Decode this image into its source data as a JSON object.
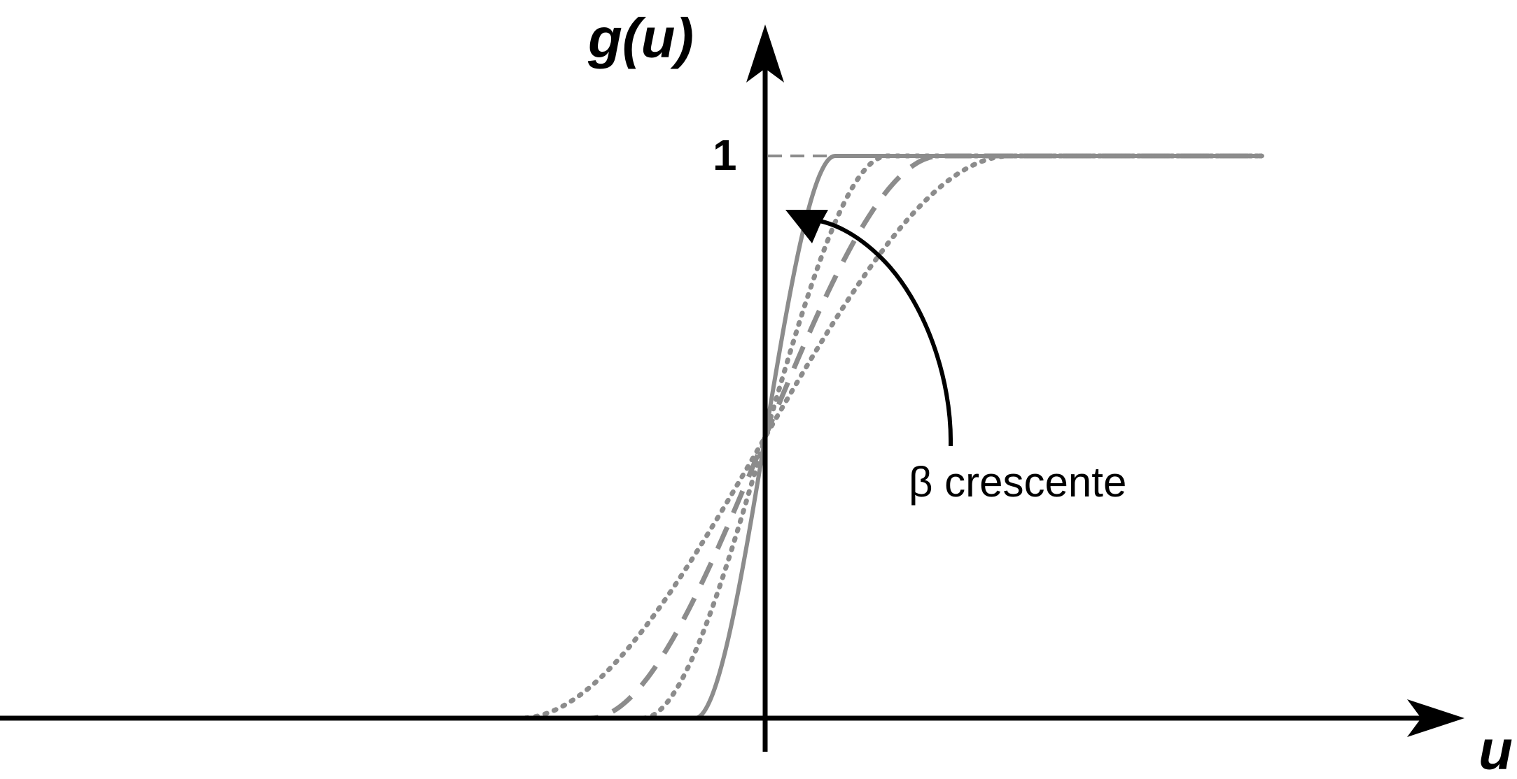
{
  "figure": {
    "y_axis_label": "g(u)",
    "x_axis_label": "u",
    "y_tick_one": "1",
    "annotation": "β crescente"
  },
  "colors": {
    "axis": "#000000",
    "curves": "#8c8c8c",
    "text": "#000000"
  },
  "chart_data": {
    "type": "line",
    "title": "",
    "xlabel": "u",
    "ylabel": "g(u)",
    "ylim": [
      0,
      1
    ],
    "y_ticks": [
      "1"
    ],
    "grid": false,
    "reference_lines": [
      {
        "y": 1,
        "style": "dashed"
      }
    ],
    "series": [
      {
        "line_style": "dotted",
        "transition_half_width": 7
      },
      {
        "line_style": "dashed",
        "transition_half_width": 5
      },
      {
        "line_style": "dotted",
        "transition_half_width": 3.5
      },
      {
        "line_style": "solid",
        "transition_half_width": 2
      }
    ],
    "annotation": {
      "text": "β crescente",
      "arrow": "curved, pointing toward steeper curves"
    }
  }
}
